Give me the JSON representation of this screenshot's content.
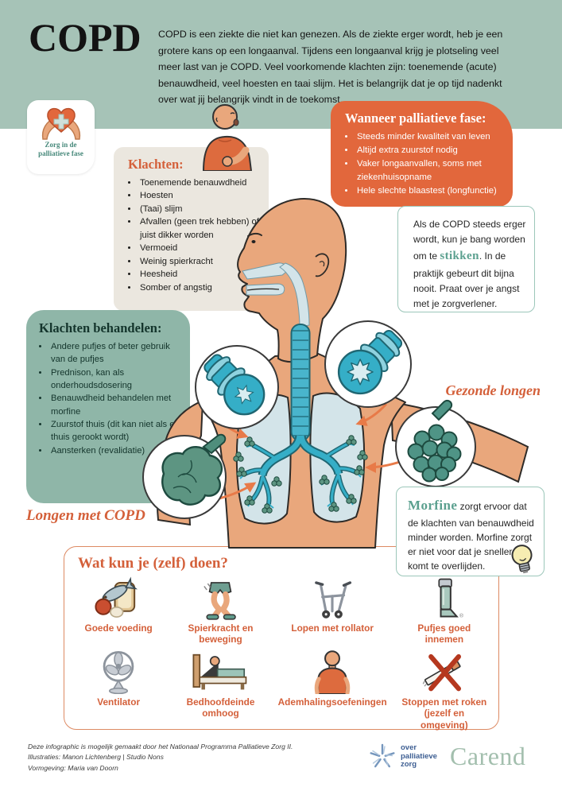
{
  "header": {
    "title": "COPD",
    "intro": "COPD is een ziekte die niet kan genezen. Als de ziekte erger wordt, heb je een grotere kans op een longaanval. Tijdens een longaanval krijg je plotseling veel meer last van je COPD. Veel voorkomende klachten zijn:  toenemende (acute) benauwdheid, veel hoesten en taai slijm. Het is belangrijk dat je op tijd nadenkt over wat jij belangrijk vindt in de toekomst."
  },
  "badge": {
    "label": "Zorg in de palliatieve fase"
  },
  "wanneer": {
    "title": "Wanneer palliatieve fase:",
    "items": [
      "Steeds minder kwaliteit van leven",
      "Altijd extra zuurstof nodig",
      "Vaker longaanvallen, soms met ziekenhuisopname",
      "Hele slechte blaastest (longfunctie)"
    ]
  },
  "klachten": {
    "title": "Klachten:",
    "items": [
      "Toenemende benauwdheid",
      "Hoesten",
      "(Taai) slijm",
      "Afvallen (geen trek hebben) of juist dikker worden",
      "Vermoeid",
      "Weinig spierkracht",
      "Heesheid",
      "Somber of angstig"
    ]
  },
  "stikken": {
    "before": "Als de COPD steeds erger wordt, kun je bang worden om te ",
    "keyword": "stikken",
    "after": ". In de praktijk gebeurt dit bijna nooit. Praat over je angst met je zorgverlener."
  },
  "behandelen": {
    "title": "Klachten behandelen:",
    "items": [
      "Andere pufjes of beter gebruik van de pufjes",
      "Prednison, kan als onderhoudsdosering",
      "Benauwdheid behandelen met morfine",
      "Zuurstof thuis (dit kan niet als er thuis gerookt wordt)",
      "Aansterken (revalidatie)"
    ]
  },
  "lung_labels": {
    "healthy": "Gezonde longen",
    "copd": "Longen met COPD"
  },
  "morfine": {
    "keyword": "Morfine",
    "after": " zorgt ervoor dat de klachten van benauwdheid minder worden. Morfine zorgt er niet voor dat je sneller komt te overlijden."
  },
  "zelf": {
    "title": "Wat kun je (zelf) doen?",
    "items": [
      "Goede voeding",
      "Spierkracht en beweging",
      "Lopen met rollator",
      "Pufjes goed innemen",
      "Ventilator",
      "Bedhoofdeinde omhoog",
      "Ademhalingsoefeningen",
      "Stoppen met roken (jezelf en omgeving)"
    ]
  },
  "footer": {
    "credits": [
      "Deze infographic is mogelijk gemaakt door het Nationaal Programma Palliatieve Zorg II.",
      "Illustraties: Manon Lichtenberg | Studio Nons",
      "Vormgeving: Maria van Doorn"
    ],
    "logo_lines": [
      "over",
      "palliatieve",
      "zorg"
    ],
    "brand": "Carend"
  },
  "colors": {
    "band_green": "#a6c3b7",
    "orange": "#e2673c",
    "heading_orange": "#d4603a",
    "teal_box": "#8fb6a8",
    "accent_teal": "#5ba08f",
    "logo_blue": "#3d5e92",
    "brand_green": "#a3bfae"
  }
}
